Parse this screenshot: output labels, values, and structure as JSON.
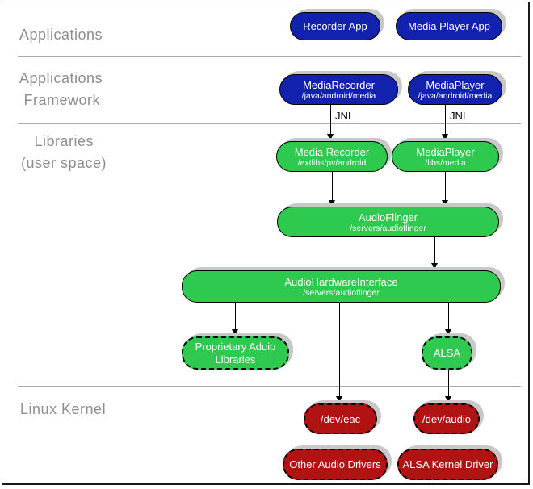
{
  "layers": {
    "applications": "Applications",
    "framework": "Applications\n Framework",
    "libraries": "   Libraries\n(user space)",
    "kernel": "Linux Kernel"
  },
  "labels": {
    "jni": "JNI"
  },
  "nodes": {
    "recorder_app": {
      "title": "Recorder App"
    },
    "media_player_app": {
      "title": "Media Player App"
    },
    "media_recorder_fw": {
      "title": "MediaRecorder",
      "path": "/java/android/media"
    },
    "media_player_fw": {
      "title": "MediaPlayer",
      "path": "/java/android/media"
    },
    "media_recorder_lib": {
      "title": "Media Recorder",
      "path": "/extlibs/pv/android"
    },
    "media_player_lib": {
      "title": "MediaPlayer",
      "path": "/libs/media"
    },
    "audio_flinger": {
      "title": "AudioFlinger",
      "path": "/servers/audioflinger"
    },
    "audio_hw_interface": {
      "title": "AudioHardwareInterface",
      "path": "/servers/audioflinger"
    },
    "proprietary_audio": {
      "title": "Proprietary Aduio Libraries"
    },
    "alsa": {
      "title": "ALSA"
    },
    "dev_eac": {
      "title": "/dev/eac"
    },
    "dev_audio": {
      "title": "/dev/audio"
    },
    "other_audio_drivers": {
      "title": "Other Audio Drivers"
    },
    "alsa_kernel_driver": {
      "title": "ALSA Kernel Driver"
    }
  },
  "colors": {
    "app_blue": "#1222af",
    "lib_green": "#2ec94f",
    "kernel_red": "#b11212",
    "shadow_gray": "#c8c8c8",
    "label_gray": "#8e8e8e",
    "divider_gray": "#a8a8a8"
  }
}
